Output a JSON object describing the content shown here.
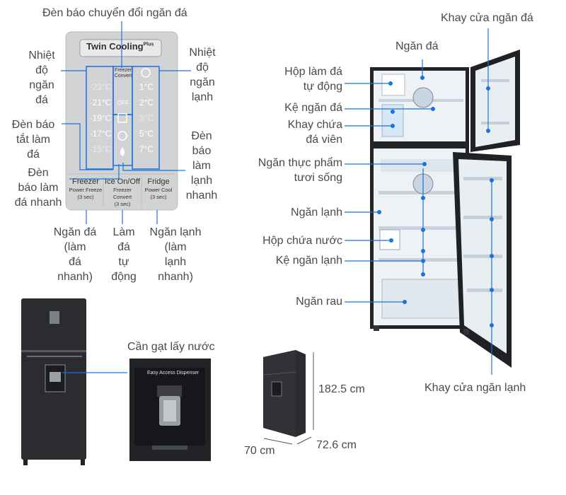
{
  "panel": {
    "brand": "Twin Cooling",
    "brand_sup": "Plus",
    "freezer_temps": [
      "-23°C",
      "-21°C",
      "-19°C",
      "-17°C",
      "-15°C"
    ],
    "fridge_temps": [
      "1°C",
      "2°C",
      "3°C",
      "5°C",
      "7°C"
    ],
    "convert_top": "Freezer",
    "convert_bottom": "Convert",
    "off": "OFF",
    "buttons": [
      {
        "title": "Freezer",
        "sub": "Power Freeze",
        "hold": "(3 sec)"
      },
      {
        "title": "Ice On/Off",
        "sub": "Freezer Convert",
        "hold": "(3 sec)"
      },
      {
        "title": "Fridge",
        "sub": "Power Cool",
        "hold": "(3 sec)"
      }
    ]
  },
  "labels": {
    "convert_light": "Đèn báo chuyển đổi ngăn đá",
    "freezer_temp": [
      "Nhiệt",
      "độ",
      "ngăn",
      "đá"
    ],
    "fridge_temp": [
      "Nhiệt",
      "độ",
      "ngăn",
      "lạnh"
    ],
    "ice_off_light": [
      "Đèn báo",
      "tắt làm",
      "đá"
    ],
    "fast_ice_light": [
      "Đèn",
      "báo làm",
      "đá nhanh"
    ],
    "fast_cool_light": [
      "Đèn",
      "báo",
      "làm",
      "lạnh",
      "nhanh"
    ],
    "btn_freezer": [
      "Ngăn đá",
      "(làm",
      "đá",
      "nhanh)"
    ],
    "btn_ice": [
      "Làm",
      "đá",
      "tự",
      "động"
    ],
    "btn_fridge": [
      "Ngăn lạnh",
      "(làm",
      "lạnh",
      "nhanh)"
    ],
    "freezer_door_tray": "Khay cửa ngăn đá",
    "freezer": "Ngăn đá",
    "auto_ice_box": [
      "Hộp làm đá",
      "tự động"
    ],
    "freezer_shelf": "Kệ ngăn đá",
    "ice_tray": [
      "Khay chứa",
      "đá viên"
    ],
    "fresh_food": [
      "Ngăn thực phẩm",
      "tươi sống"
    ],
    "fridge": "Ngăn lạnh",
    "water_box": "Hộp chứa nước",
    "fridge_shelf": "Kệ ngăn lạnh",
    "veg_drawer": "Ngăn rau",
    "fridge_door_tray": "Khay cửa ngăn lạnh",
    "water_lever": "Cần gạt lấy nước",
    "dispenser_text": "Easy Access Dispenser",
    "height": "182.5 cm",
    "depth": "70 cm",
    "width": "72.6 cm"
  },
  "colors": {
    "accent": "#1a73d9",
    "panel_bg": "#d4d4d4",
    "fridge_black": "#26282c",
    "interior": "#eef2f6"
  }
}
